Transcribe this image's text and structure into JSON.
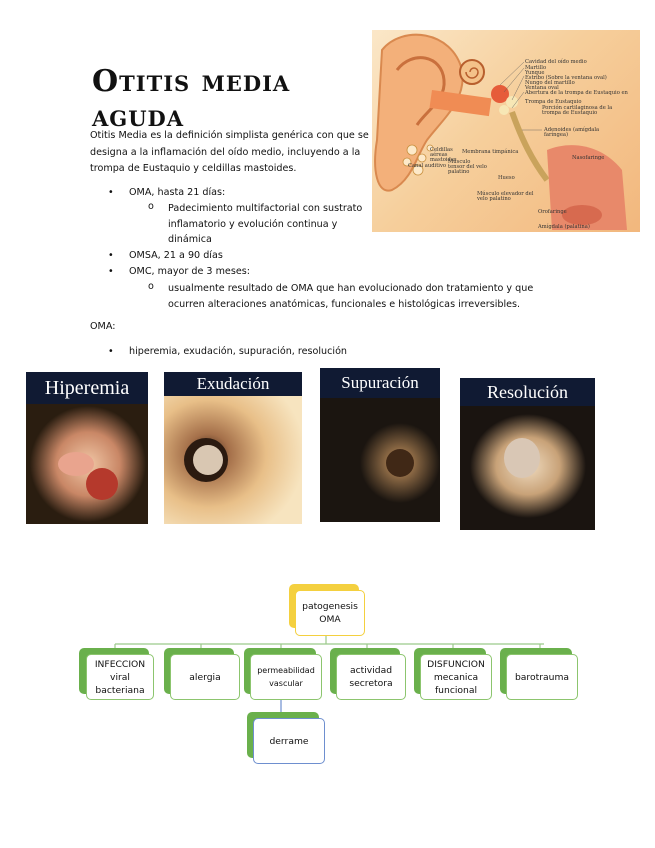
{
  "title": "Otitis media aguda",
  "intro": "Otitis Media es la definición simplista genérica con que se designa a la inflamación del oído medio, incluyendo a la trompa de Eustaquio y celdillas mastoides.",
  "bullets": {
    "oma": "OMA, hasta 21 días:",
    "oma_sub": "Padecimiento multifactorial con sustrato inflamatorio y evolución continua y dinámica",
    "omsa": "OMSA, 21 a 90 días",
    "omc": "OMC, mayor de 3 meses:",
    "omc_sub": "usualmente resultado de OMA que han evolucionado don tratamiento y que ocurren alteraciones anatómicas, funcionales e histológicas irreversibles."
  },
  "oma_label": "OMA:",
  "oma_stages": "hiperemia, exudación, supuración, resolución",
  "photos": [
    {
      "caption": "Hiperemia"
    },
    {
      "caption": "Exudación"
    },
    {
      "caption": "Supuración"
    },
    {
      "caption": "Resolución"
    }
  ],
  "anatomy_labels": [
    "Cavidad del oído medio",
    "Martillo",
    "Yunque",
    "Estribo (Sobre la ventana oval)",
    "Nungo del martillo",
    "Ventana oval",
    "Abertura de la trompa de Eustaquio en",
    "Trompa de Eustaquio",
    "Porción cartilaginosa de la trompa de Eustaquio",
    "Adenoides (amígdala faríngea)",
    "Nasofaringe",
    "Celdillas aéreas mastoides",
    "Membrana timpánica",
    "Canal auditivo",
    "Músculo tensor del velo palatino",
    "Hueso",
    "Músculo elevador del velo palatino",
    "Orofaringe",
    "Amígdala (palatina)"
  ],
  "diagram": {
    "root": "patogenesis OMA",
    "children": [
      "INFECCION viral bacteriana",
      "alergia",
      "permeabilidad vascular",
      "actividad secretora",
      "DISFUNCION mecanica funcional",
      "barotrauma"
    ],
    "sub_child": "derrame"
  },
  "colors": {
    "caption_bg": "#101a33",
    "node_border": "#8cc56e",
    "node_shadow": "#6ab04c",
    "root_border": "#f4d03f",
    "sub_border": "#6e8fcf"
  }
}
